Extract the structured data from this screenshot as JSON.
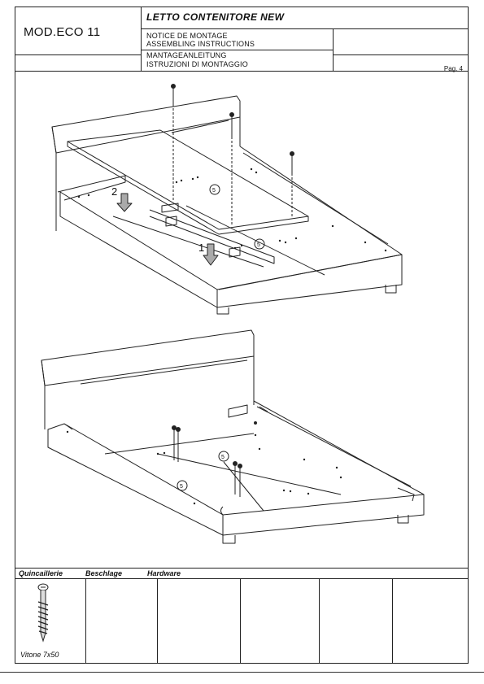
{
  "header": {
    "model": "MOD.ECO 11",
    "title": "LETTO CONTENITORE NEW",
    "instructions": [
      "NOTICE DE MONTAGE",
      "ASSEMBLING INSTRUCTIONS",
      "MANTAGEANLEITUNG",
      "ISTRUZIONI DI MONTAGGIO"
    ],
    "page": "Pag. 4"
  },
  "drawing": {
    "top": {
      "step_labels": [
        "2",
        "1"
      ],
      "part_markers": [
        "5",
        "5"
      ]
    },
    "bottom": {
      "part_markers": [
        "5",
        "5"
      ]
    }
  },
  "hardware": {
    "labels": [
      "Quincaillerie",
      "Beschlage",
      "Hardware"
    ],
    "items": [
      {
        "name": "Vitone 7x50",
        "icon": "screw-icon"
      }
    ]
  }
}
